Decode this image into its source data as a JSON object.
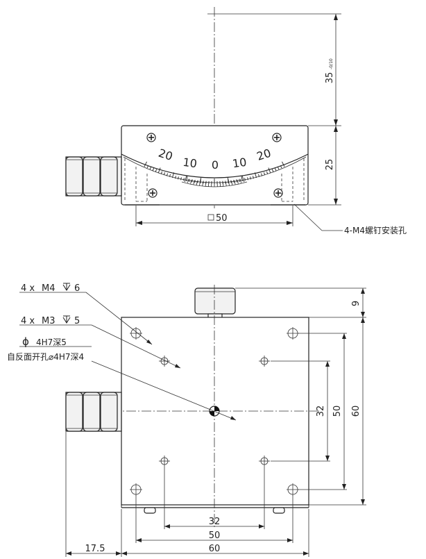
{
  "dimensions": {
    "top_height": "35",
    "top_height_suffix": "-0/10",
    "side_25": "25",
    "top_width": "50",
    "screw_note": "4-M4螺钉安装孔",
    "right_9": "9",
    "right_32": "32",
    "right_50": "50",
    "right_60": "60",
    "bottom_32": "32",
    "bottom_50": "50",
    "bottom_60": "60",
    "offset_17_5": "17.5"
  },
  "scale": {
    "left_20": "20",
    "left_10": "10",
    "center_0": "0",
    "right_10": "10",
    "right_20": "20"
  },
  "callouts": {
    "m4": {
      "count": "4 x",
      "thread": "M4",
      "depth": "6"
    },
    "m3": {
      "count": "4 x",
      "thread": "M3",
      "depth": "5"
    },
    "phi": {
      "symbol": "ϕ",
      "text": "4H7深5"
    },
    "reverse_note": "自反面开孔⌀4H7深4"
  }
}
